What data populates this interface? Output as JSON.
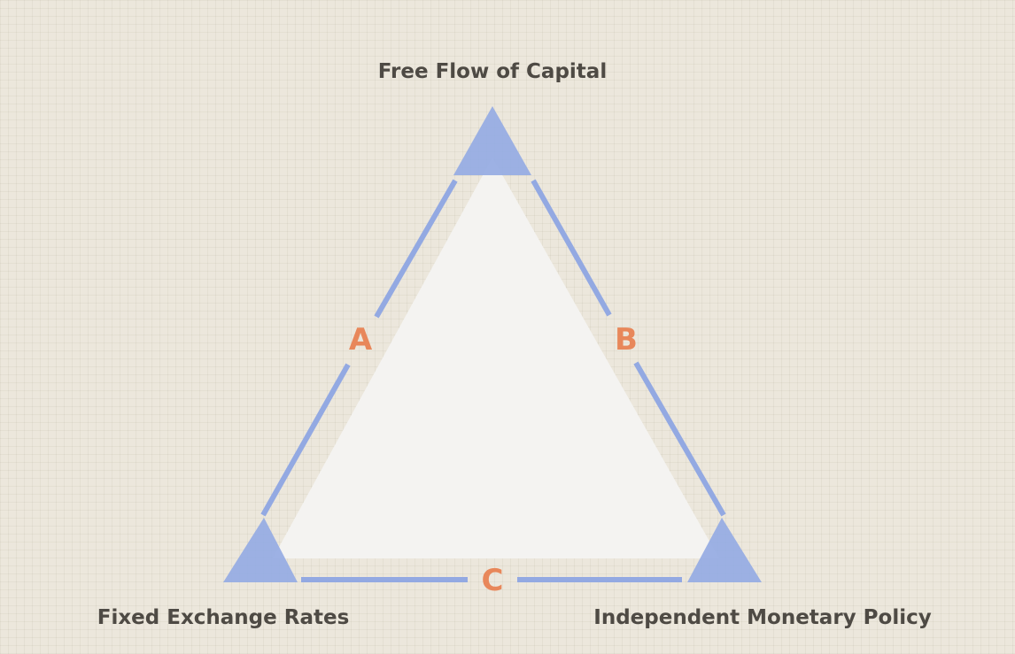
{
  "diagram": {
    "vertices": {
      "top": "Free Flow of Capital",
      "bottom_left": "Fixed Exchange Rates",
      "bottom_right": "Independent Monetary Policy"
    },
    "edges": {
      "left": "A",
      "right": "B",
      "bottom": "C"
    }
  },
  "colors": {
    "edge": "#93a9e2",
    "corner": "#95abe3",
    "inner": "#f4f3f1",
    "edge_label": "#e8875a",
    "vertex_label": "#4e4a44",
    "background": "#ece7dc"
  }
}
